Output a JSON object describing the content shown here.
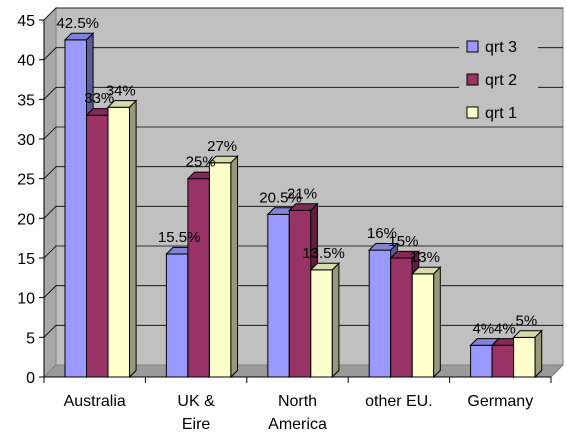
{
  "chart_data": {
    "type": "bar",
    "categories": [
      [
        "Australia"
      ],
      [
        "UK &",
        "Eire"
      ],
      [
        "North",
        "America"
      ],
      [
        "other EU."
      ],
      [
        "Germany"
      ]
    ],
    "series": [
      {
        "name": "qrt 3",
        "values": [
          42.5,
          15.5,
          20.5,
          16,
          4
        ],
        "labels": [
          "42.5%",
          "15.5%",
          "20.5%",
          "16%",
          "4%"
        ],
        "color": "#9999ff"
      },
      {
        "name": "qrt 2",
        "values": [
          33,
          25,
          21,
          15,
          4
        ],
        "labels": [
          "33%",
          "25%",
          "21%",
          "15%",
          "4%"
        ],
        "color": "#993366"
      },
      {
        "name": "qrt 1",
        "values": [
          34,
          27,
          13.5,
          13,
          5
        ],
        "labels": [
          "34%",
          "27%",
          "13.5%",
          "13%",
          "5%"
        ],
        "color": "#ffffcc"
      }
    ],
    "ylim": [
      0,
      45
    ],
    "yticks": [
      0,
      5,
      10,
      15,
      20,
      25,
      30,
      35,
      40,
      45
    ],
    "grid": true,
    "legend_position": "top-right",
    "plot_background": "#c0c0c0",
    "title": "",
    "xlabel": "",
    "ylabel": ""
  }
}
